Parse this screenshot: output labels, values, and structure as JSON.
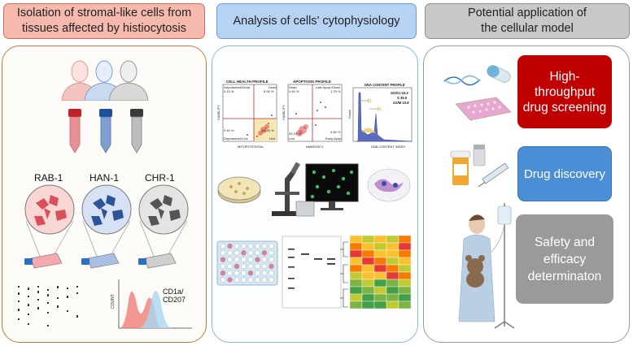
{
  "columns": [
    {
      "title": "Isolation of stromal-like cells from tissues affected by histiocytosis",
      "color": "#f6b9ae",
      "border": "#d2695a"
    },
    {
      "title": "Analysis of cells' cytophysiology",
      "color": "#b7d3f3",
      "border": "#6a9ad4"
    },
    {
      "title": "Potential application of the cellular model",
      "color": "#c8c8c8",
      "border": "#8f8f8f"
    }
  ],
  "isolation": {
    "cell_lines": [
      "RAB-1",
      "HAN-1",
      "CHR-1"
    ],
    "histogram_label": "CD1a/ CD207",
    "histogram_ylabel": "COUNT"
  },
  "cytophysiology": {
    "cell_health": {
      "title": "CELL HEALTH PROFILE",
      "ylabel": "VIABILITY",
      "xlabel": "MITOPOTENTIAL",
      "q_tl_label": "Depolarized/Dead",
      "q_tl_val": "0.15 %",
      "q_tr_label": "Dead",
      "q_tr_val": "5.05 %",
      "q_bl_val": "0.40 %",
      "q_bl_label": "Depolarized/Live",
      "q_br_val": "94.40 %",
      "q_br_label": "Live"
    },
    "apoptosis": {
      "title": "APOPTOSIS PROFILE",
      "ylabel": "VIABILITY",
      "xlabel": "ANNEXIN V",
      "q_tl_label": "Dead",
      "q_tl_val": "4.45 %",
      "q_tr_label": "Late Apop./Dead",
      "q_tr_val": "1.75 %",
      "q_bl_val": "93.15 %",
      "q_bl_label": "Live",
      "q_br_val": "0.65 %",
      "q_br_label": "Early Apop."
    },
    "dna": {
      "title": "DNA CONTENT PROFILE",
      "ylabel": "Count",
      "xlabel": "DNA CONTENT INDEX",
      "g0g1": "G0/G1 53.2",
      "s": "S 35.5",
      "g2m": "G2/M 10.8"
    }
  },
  "application": {
    "boxes": [
      {
        "text": "High-throughput drug screening",
        "color": "#c00000"
      },
      {
        "text": "Drug discovery",
        "color": "#4a8fd6"
      },
      {
        "text": "Safety and efficacy determinaton",
        "color": "#9a9a9a"
      }
    ]
  }
}
